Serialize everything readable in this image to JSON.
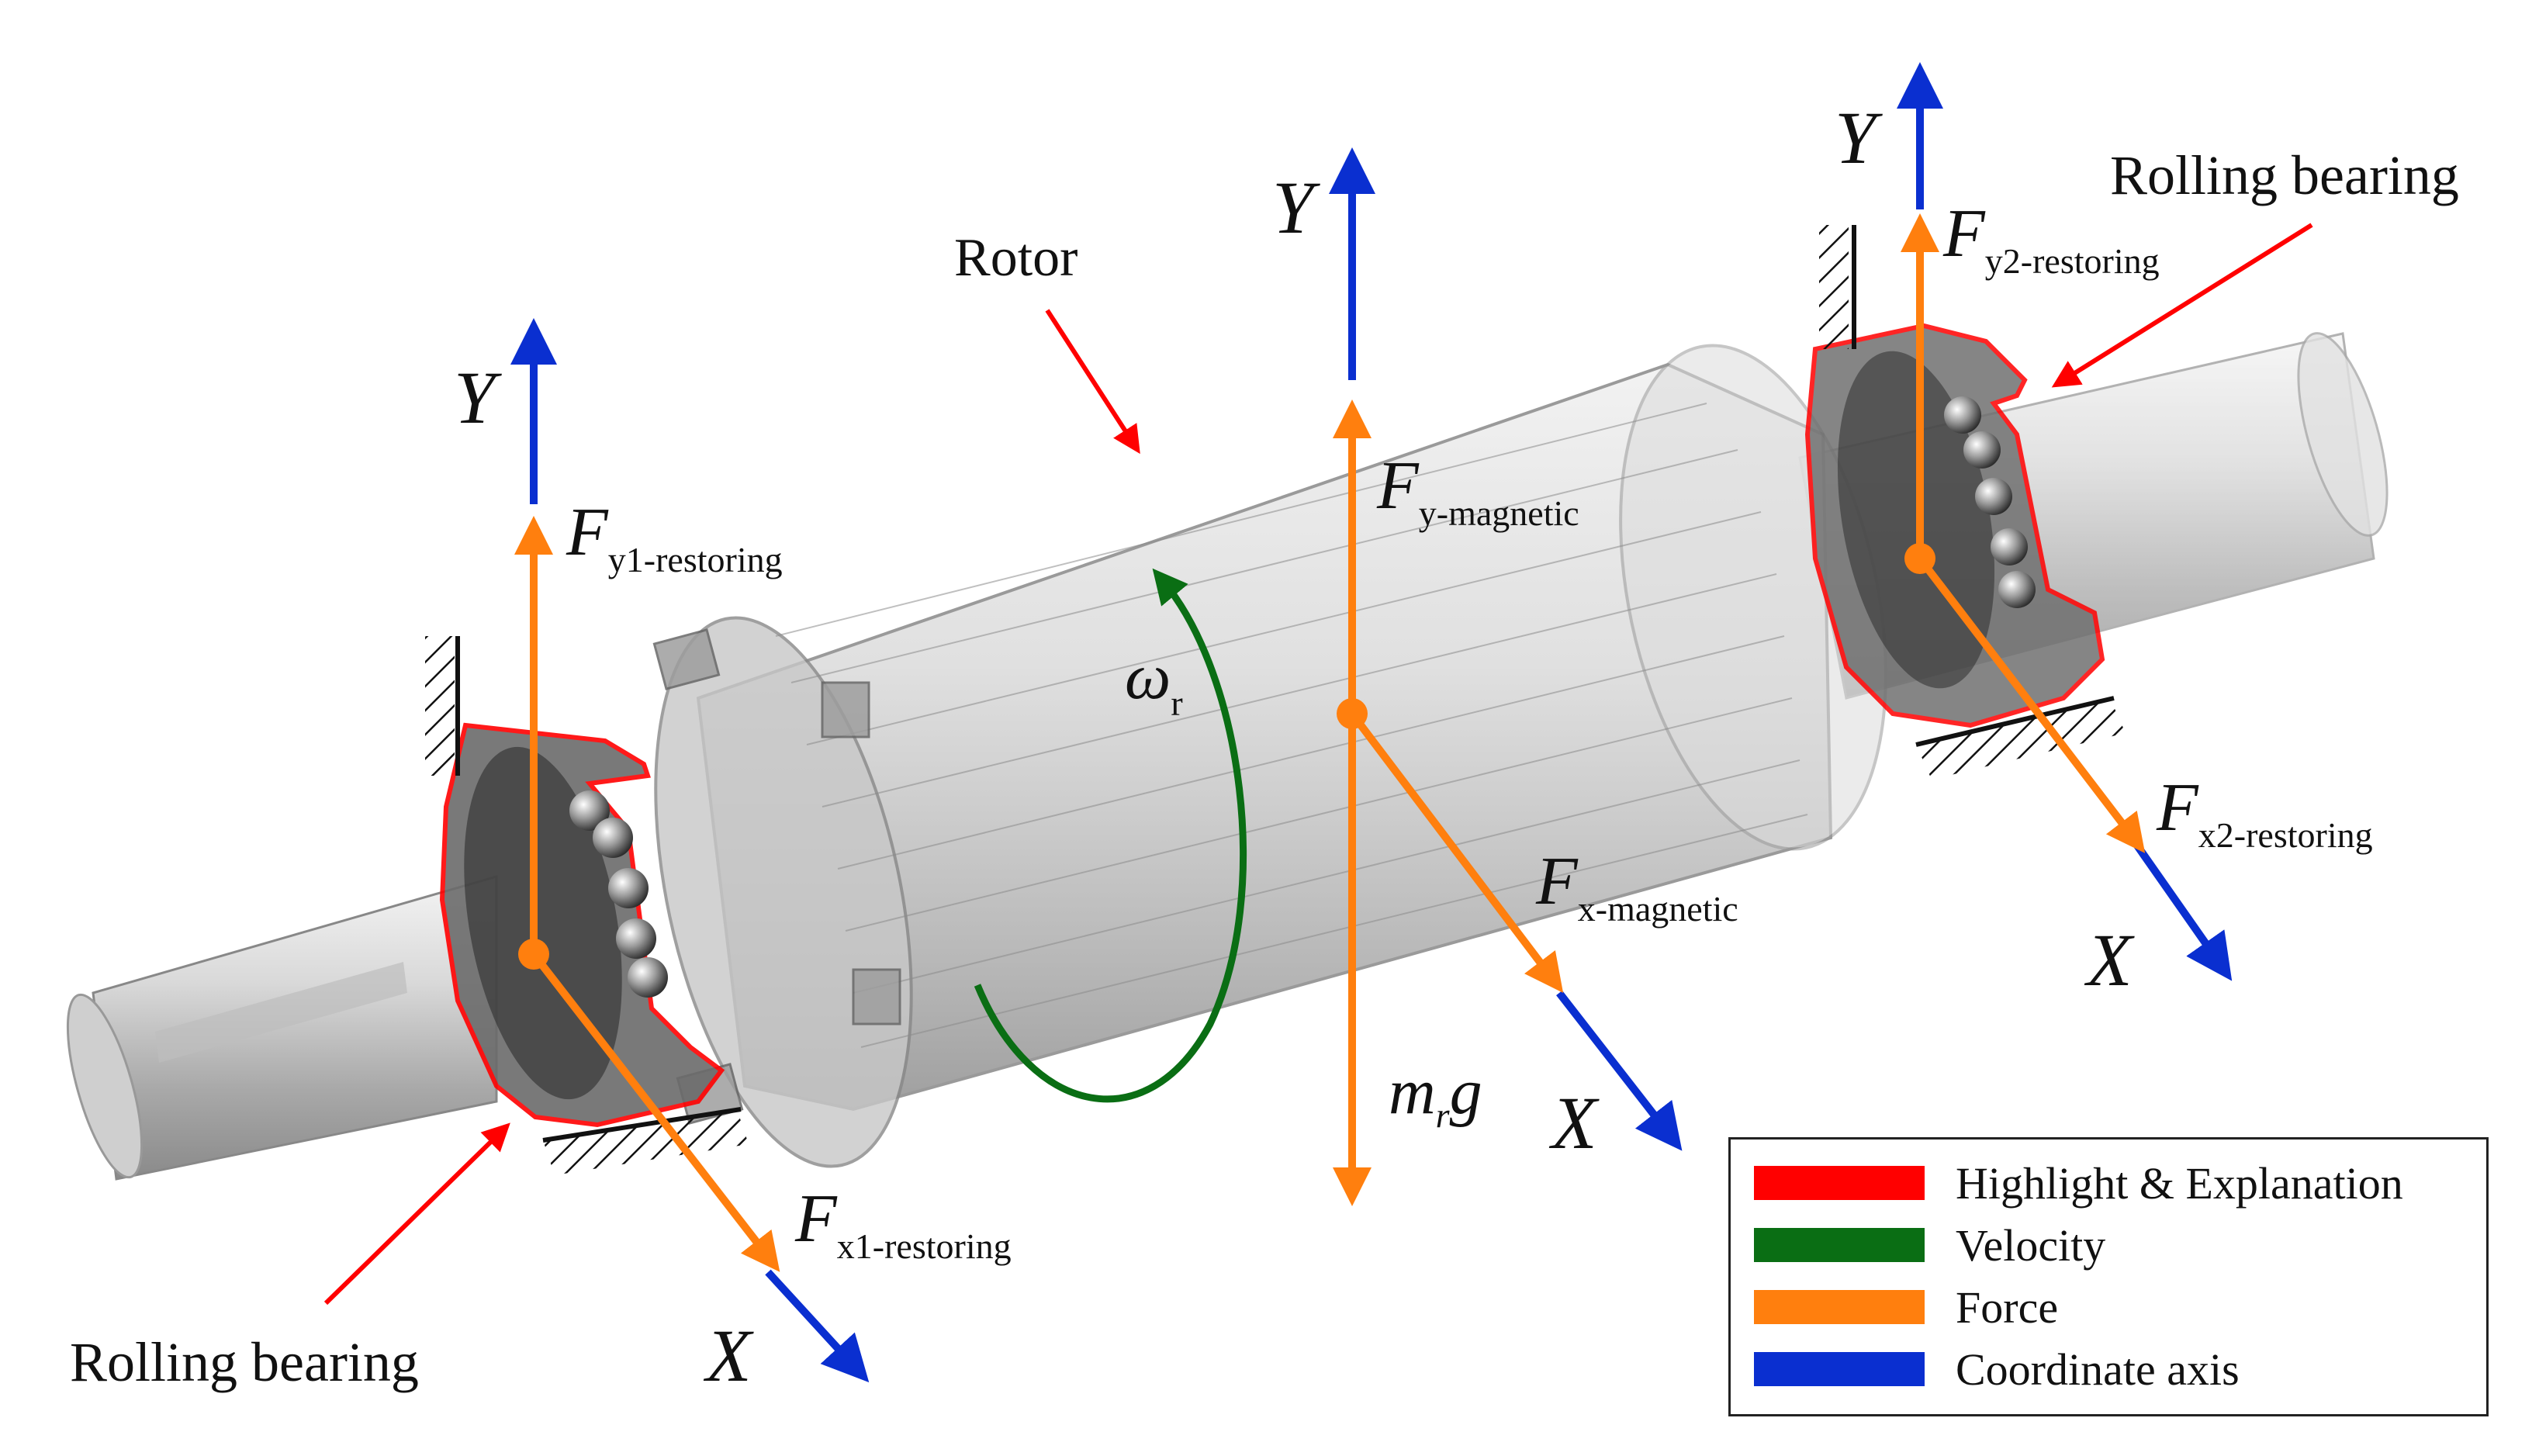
{
  "labels": {
    "rotor": "Rotor",
    "bearing_left": "Rolling bearing",
    "bearing_right": "Rolling bearing",
    "y_axis": "Y",
    "x_axis": "X",
    "omega": "ω",
    "omega_sub": "r",
    "F": "F",
    "fy1_sub": "y1-restoring",
    "fx1_sub": "x1-restoring",
    "fy2_sub": "y2-restoring",
    "fx2_sub": "x2-restoring",
    "fym_sub": "y-magnetic",
    "fxm_sub": "x-magnetic",
    "mg_m": "m",
    "mg_r": "r",
    "mg_g": "g"
  },
  "legend": [
    {
      "label": "Highlight & Explanation",
      "color": "#ff0000"
    },
    {
      "label": "Velocity",
      "color": "#0a6e14"
    },
    {
      "label": "Force",
      "color": "#ff7f0e"
    },
    {
      "label": "Coordinate axis",
      "color": "#0a2fd0"
    }
  ],
  "colors": {
    "highlight": "#ff0000",
    "velocity": "#0a6e14",
    "force": "#ff7f0e",
    "axis": "#0a2fd0"
  }
}
